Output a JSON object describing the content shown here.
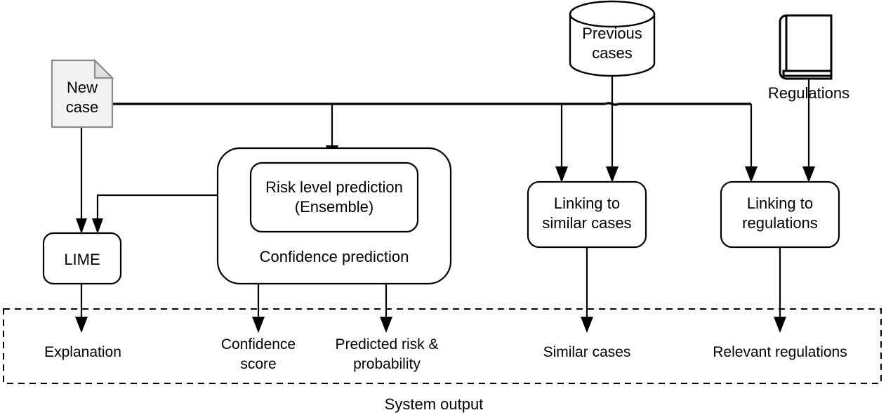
{
  "diagram": {
    "title": "System output",
    "inputs": {
      "new_case": {
        "line1": "New",
        "line2": "case",
        "icon": "document-icon"
      },
      "previous_cases": {
        "line1": "Previous",
        "line2": "cases",
        "icon": "database-cylinder-icon"
      },
      "regulations": {
        "label": "Regulations",
        "icon": "book-icon"
      }
    },
    "processes": {
      "lime": {
        "label": "LIME"
      },
      "confidence_prediction": {
        "label": "Confidence prediction"
      },
      "risk_level_prediction": {
        "line1": "Risk level prediction",
        "line2": "(Ensemble)"
      },
      "linking_similar_cases": {
        "line1": "Linking to",
        "line2": "similar cases"
      },
      "linking_regulations": {
        "line1": "Linking to",
        "line2": "regulations"
      }
    },
    "outputs": {
      "explanation": {
        "line1": "Explanation",
        "line2": ""
      },
      "confidence_score": {
        "line1": "Confidence",
        "line2": "score"
      },
      "predicted_risk": {
        "line1": "Predicted risk &",
        "line2": "probability"
      },
      "similar_cases": {
        "line1": "Similar cases",
        "line2": ""
      },
      "relevant_regulations": {
        "line1": "Relevant regulations",
        "line2": ""
      }
    },
    "colors": {
      "stroke": "#000000",
      "doc_fill": "#f2f2f2",
      "doc_stroke": "#8c8c8c",
      "background": "#ffffff"
    }
  }
}
